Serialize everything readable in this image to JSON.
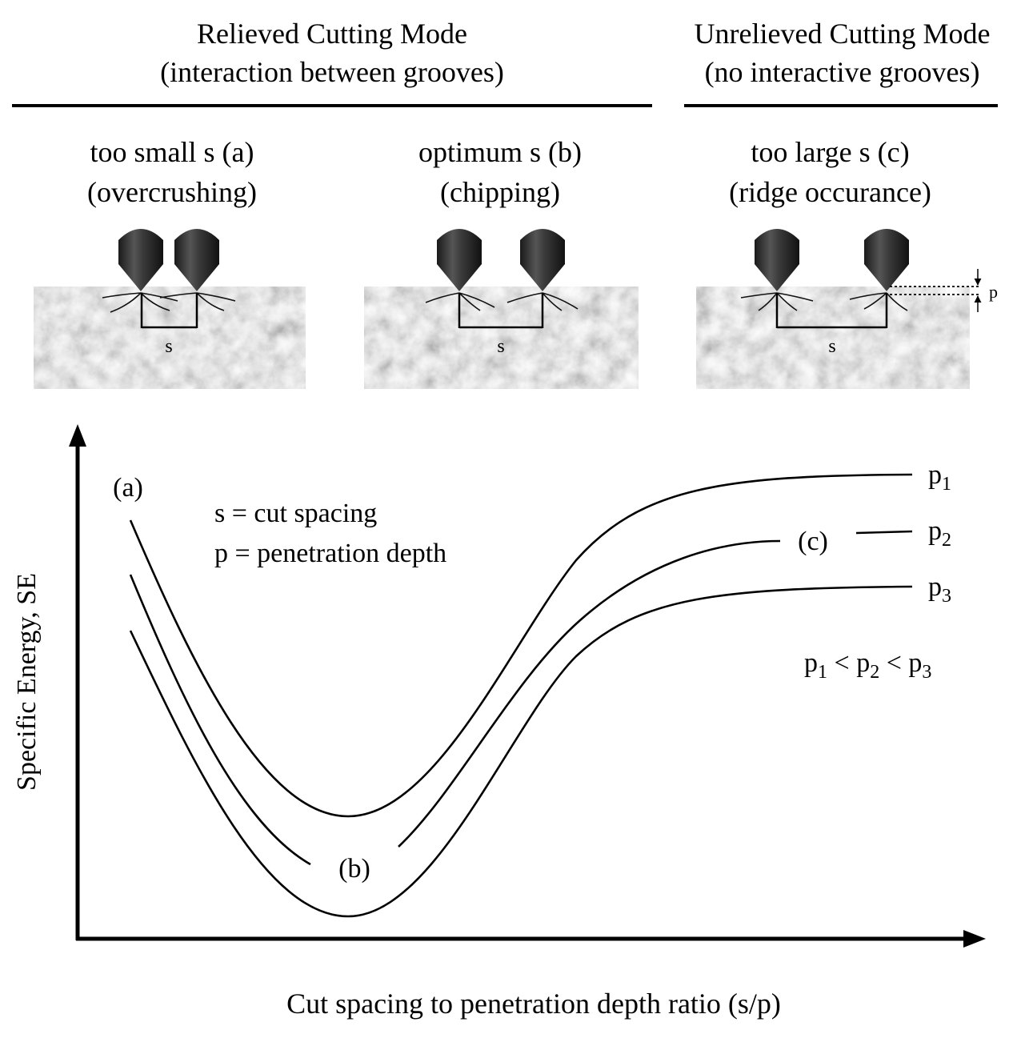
{
  "header": {
    "relieved_title": "Relieved Cutting Mode",
    "relieved_subtitle": "(interaction between grooves)",
    "unrelieved_title": "Unrelieved Cutting Mode",
    "unrelieved_subtitle": "(no interactive grooves)"
  },
  "panels": [
    {
      "title": "too small s (a)",
      "subtitle": "(overcrushing)",
      "spacing_label": "s"
    },
    {
      "title": "optimum s (b)",
      "subtitle": "(chipping)",
      "spacing_label": "s"
    },
    {
      "title": "too large s (c)",
      "subtitle": "(ridge occurance)",
      "spacing_label": "s",
      "depth_label": "p"
    }
  ],
  "graph": {
    "y_axis_label": "Specific Energy, SE",
    "x_axis_label": "Cut spacing to penetration depth ratio (s/p)",
    "legend_line1": "s = cut spacing",
    "legend_line2": "p = penetration depth",
    "point_a": "(a)",
    "point_b": "(b)",
    "point_c": "(c)",
    "curve_labels": [
      {
        "base": "p",
        "sub": "1"
      },
      {
        "base": "p",
        "sub": "2"
      },
      {
        "base": "p",
        "sub": "3"
      }
    ],
    "relation": {
      "p1": "p",
      "s1": "1",
      "lt1": " < ",
      "p2": "p",
      "s2": "2",
      "lt2": " < ",
      "p3": "p",
      "s3": "3"
    }
  },
  "colors": {
    "ink": "#000000",
    "rock": "#8f8f8f",
    "tool": "#333333"
  }
}
